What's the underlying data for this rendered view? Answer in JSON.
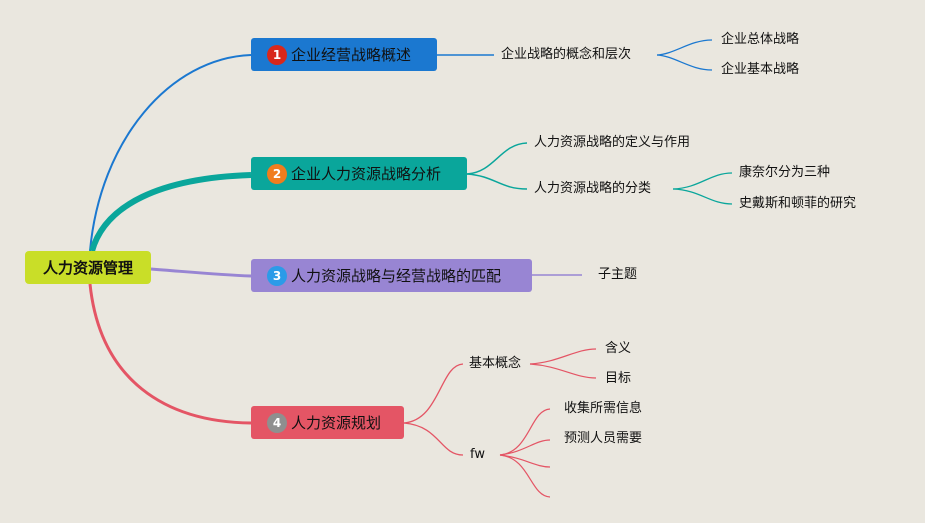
{
  "root": {
    "label": "人力资源管理"
  },
  "topics": [
    {
      "number": "1",
      "label": "企业经营战略概述",
      "color": "#1b78d0",
      "subtopics": [
        {
          "label": "企业战略的概念和层次",
          "children": [
            "企业总体战略",
            "企业基本战略"
          ]
        }
      ]
    },
    {
      "number": "2",
      "label": "企业人力资源战略分析",
      "color": "#0aa69b",
      "subtopics": [
        {
          "label": "人力资源战略的定义与作用",
          "children": []
        },
        {
          "label": "人力资源战略的分类",
          "children": [
            "康奈尔分为三种",
            "史戴斯和顿菲的研究"
          ]
        }
      ]
    },
    {
      "number": "3",
      "label": "人力资源战略与经营战略的匹配",
      "color": "#9885d3",
      "subtopics": [
        {
          "label": "子主题",
          "children": []
        }
      ]
    },
    {
      "number": "4",
      "label": "人力资源规划",
      "color": "#e45565",
      "subtopics": [
        {
          "label": "基本概念",
          "children": [
            "含义",
            "目标"
          ]
        },
        {
          "label": "fw",
          "children": [
            "收集所需信息",
            "预测人员需要",
            "",
            ""
          ]
        }
      ]
    }
  ]
}
